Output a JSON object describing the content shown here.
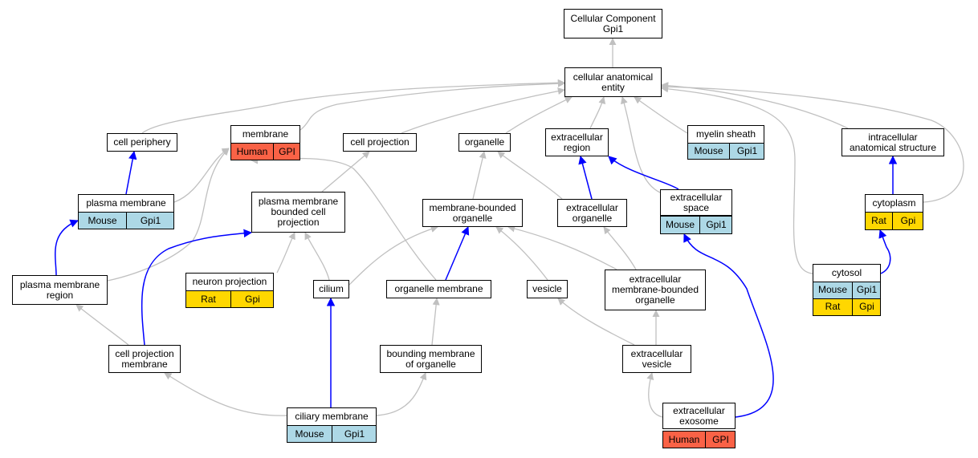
{
  "colors": {
    "grey_edge": "#c0c0c0",
    "blue_edge": "#0000ff",
    "mouse": "#add8e6",
    "rat": "#ffd700",
    "human": "#fa6246"
  },
  "nodes": [
    {
      "id": "cc",
      "label": "Cellular Component\nGpi1"
    },
    {
      "id": "cae",
      "label": "cellular anatomical\nentity"
    },
    {
      "id": "periphery",
      "label": "cell periphery"
    },
    {
      "id": "membrane",
      "label": "membrane"
    },
    {
      "id": "cellproj",
      "label": "cell projection"
    },
    {
      "id": "organelle",
      "label": "organelle"
    },
    {
      "id": "ecregion",
      "label": "extracellular\nregion"
    },
    {
      "id": "myelin",
      "label": "myelin sheath"
    },
    {
      "id": "ias",
      "label": "intracellular\nanatomical structure"
    },
    {
      "id": "pm",
      "label": "plasma membrane"
    },
    {
      "id": "pmbcp",
      "label": "plasma membrane\nbounded cell\nprojection"
    },
    {
      "id": "mbo",
      "label": "membrane-bounded\norganelle"
    },
    {
      "id": "ecorg",
      "label": "extracellular\norganelle"
    },
    {
      "id": "ecspace",
      "label": "extracellular\nspace"
    },
    {
      "id": "cytoplasm",
      "label": "cytoplasm"
    },
    {
      "id": "pmr",
      "label": "plasma membrane\nregion"
    },
    {
      "id": "neuronproj",
      "label": "neuron projection"
    },
    {
      "id": "cilium",
      "label": "cilium"
    },
    {
      "id": "orgmem",
      "label": "organelle membrane"
    },
    {
      "id": "vesicle",
      "label": "vesicle"
    },
    {
      "id": "ecmbo",
      "label": "extracellular\nmembrane-bounded\norganelle"
    },
    {
      "id": "cytosol",
      "label": "cytosol"
    },
    {
      "id": "cpm",
      "label": "cell projection\nmembrane"
    },
    {
      "id": "bmo",
      "label": "bounding membrane\nof organelle"
    },
    {
      "id": "ecves",
      "label": "extracellular\nvesicle"
    },
    {
      "id": "ciliarymem",
      "label": "ciliary membrane"
    },
    {
      "id": "exosome",
      "label": "extracellular\nexosome"
    }
  ],
  "annotations": [
    {
      "id": "membrane-human",
      "rows": [
        {
          "color": "human",
          "cells": [
            "Human",
            "GPI"
          ]
        }
      ]
    },
    {
      "id": "myelin-mouse",
      "rows": [
        {
          "color": "mouse",
          "cells": [
            "Mouse",
            "Gpi1"
          ]
        }
      ]
    },
    {
      "id": "pm-mouse",
      "rows": [
        {
          "color": "mouse",
          "cells": [
            "Mouse",
            "Gpi1"
          ]
        }
      ]
    },
    {
      "id": "ecspace-mouse",
      "rows": [
        {
          "color": "mouse",
          "cells": [
            "Mouse",
            "Gpi1"
          ]
        }
      ]
    },
    {
      "id": "cytoplasm-rat",
      "rows": [
        {
          "color": "rat",
          "cells": [
            "Rat",
            "Gpi"
          ]
        }
      ]
    },
    {
      "id": "neuronproj-rat",
      "rows": [
        {
          "color": "rat",
          "cells": [
            "Rat",
            "Gpi"
          ]
        }
      ]
    },
    {
      "id": "cytosol-ann",
      "rows": [
        {
          "color": "mouse",
          "cells": [
            "Mouse",
            "Gpi1"
          ]
        },
        {
          "color": "rat",
          "cells": [
            "Rat",
            "Gpi"
          ]
        }
      ]
    },
    {
      "id": "ciliarymem-mouse",
      "rows": [
        {
          "color": "mouse",
          "cells": [
            "Mouse",
            "Gpi1"
          ]
        }
      ]
    },
    {
      "id": "exosome-human",
      "rows": [
        {
          "color": "human",
          "cells": [
            "Human",
            "GPI"
          ]
        }
      ]
    }
  ],
  "edges": [
    {
      "from": "cae",
      "to": "cc",
      "kind": "grey"
    },
    {
      "from": "periphery",
      "to": "cae",
      "kind": "grey"
    },
    {
      "from": "membrane",
      "to": "cae",
      "kind": "grey"
    },
    {
      "from": "cellproj",
      "to": "cae",
      "kind": "grey"
    },
    {
      "from": "organelle",
      "to": "cae",
      "kind": "grey"
    },
    {
      "from": "ecregion",
      "to": "cae",
      "kind": "grey"
    },
    {
      "from": "myelin",
      "to": "cae",
      "kind": "grey"
    },
    {
      "from": "ias",
      "to": "cae",
      "kind": "grey"
    },
    {
      "from": "ecspace",
      "to": "cae",
      "kind": "grey"
    },
    {
      "from": "cytoplasm",
      "to": "cae",
      "kind": "grey"
    },
    {
      "from": "cytosol",
      "to": "cae",
      "kind": "grey"
    },
    {
      "from": "pm",
      "to": "periphery",
      "kind": "blue"
    },
    {
      "from": "pm",
      "to": "membrane",
      "kind": "grey"
    },
    {
      "from": "pmbcp",
      "to": "cellproj",
      "kind": "grey"
    },
    {
      "from": "mbo",
      "to": "organelle",
      "kind": "grey"
    },
    {
      "from": "ecorg",
      "to": "organelle",
      "kind": "grey"
    },
    {
      "from": "ecorg",
      "to": "ecregion",
      "kind": "blue"
    },
    {
      "from": "ecspace",
      "to": "ecregion",
      "kind": "blue"
    },
    {
      "from": "cytoplasm",
      "to": "ias",
      "kind": "blue"
    },
    {
      "from": "pmr",
      "to": "pm",
      "kind": "blue"
    },
    {
      "from": "pmr",
      "to": "membrane",
      "kind": "grey"
    },
    {
      "from": "neuronproj",
      "to": "pmbcp",
      "kind": "grey"
    },
    {
      "from": "cilium",
      "to": "pmbcp",
      "kind": "grey"
    },
    {
      "from": "cilium",
      "to": "mbo",
      "kind": "grey"
    },
    {
      "from": "orgmem",
      "to": "mbo",
      "kind": "blue"
    },
    {
      "from": "orgmem",
      "to": "membrane",
      "kind": "grey"
    },
    {
      "from": "vesicle",
      "to": "mbo",
      "kind": "grey"
    },
    {
      "from": "ecmbo",
      "to": "mbo",
      "kind": "grey"
    },
    {
      "from": "ecmbo",
      "to": "ecorg",
      "kind": "grey"
    },
    {
      "from": "cytosol",
      "to": "cytoplasm",
      "kind": "blue"
    },
    {
      "from": "cpm",
      "to": "pmr",
      "kind": "grey"
    },
    {
      "from": "cpm",
      "to": "pmbcp",
      "kind": "blue"
    },
    {
      "from": "bmo",
      "to": "orgmem",
      "kind": "grey"
    },
    {
      "from": "ecves",
      "to": "vesicle",
      "kind": "grey"
    },
    {
      "from": "ecves",
      "to": "ecmbo",
      "kind": "grey"
    },
    {
      "from": "ciliarymem",
      "to": "cpm",
      "kind": "grey"
    },
    {
      "from": "ciliarymem",
      "to": "cilium",
      "kind": "blue"
    },
    {
      "from": "ciliarymem",
      "to": "bmo",
      "kind": "grey"
    },
    {
      "from": "exosome",
      "to": "ecves",
      "kind": "grey"
    },
    {
      "from": "exosome",
      "to": "ecspace",
      "kind": "blue"
    }
  ]
}
